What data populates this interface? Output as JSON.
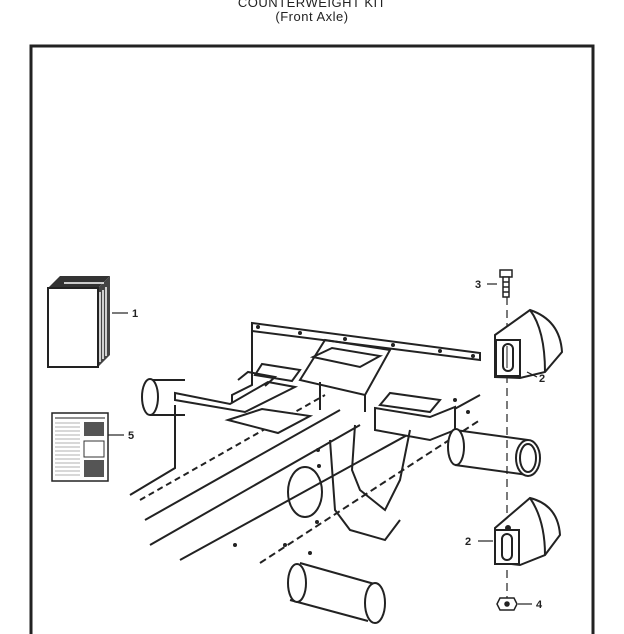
{
  "header": {
    "title": "COUNTERWEIGHT KIT",
    "subtitle": "(Front Axle)"
  },
  "callouts": [
    {
      "id": "c1",
      "label": "1"
    },
    {
      "id": "c2a",
      "label": "2"
    },
    {
      "id": "c2b",
      "label": "2"
    },
    {
      "id": "c3",
      "label": "3"
    },
    {
      "id": "c4",
      "label": "4"
    },
    {
      "id": "c5",
      "label": "5"
    }
  ],
  "colors": {
    "ink": "#222222",
    "paper": "#ffffff"
  }
}
